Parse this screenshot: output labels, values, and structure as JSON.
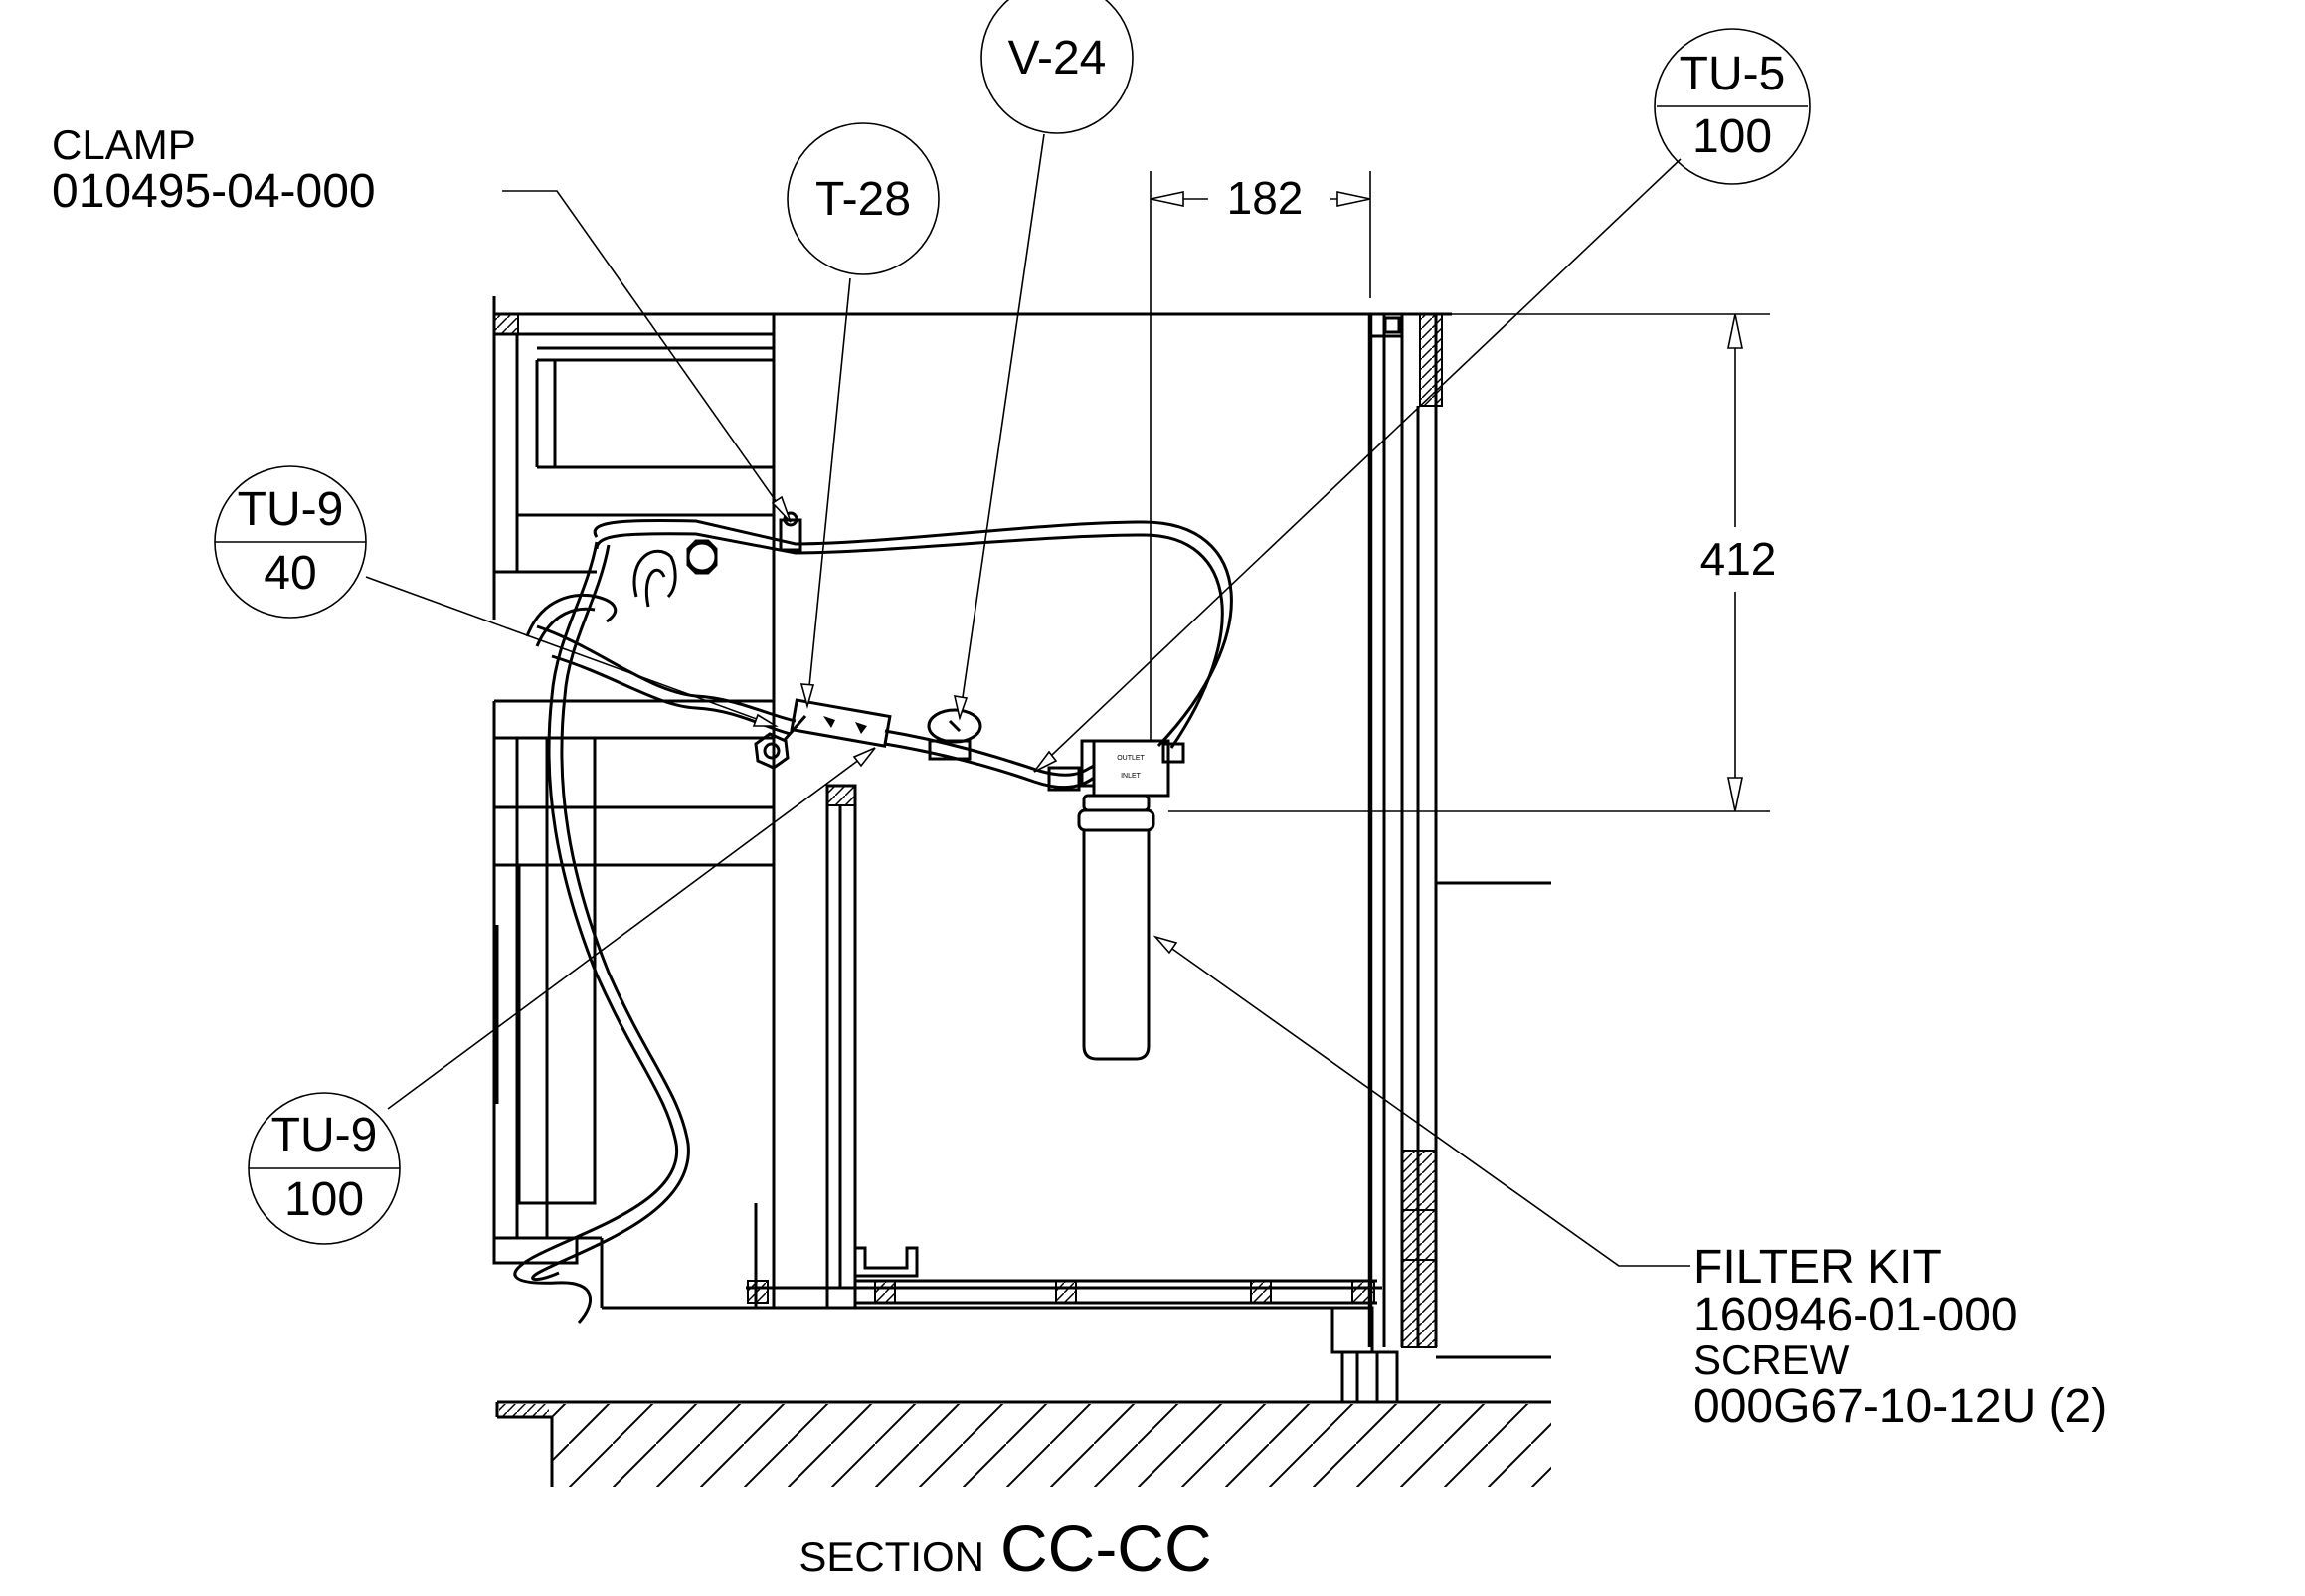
{
  "title": {
    "prefix": "SECTION",
    "name": "CC-CC"
  },
  "callouts": {
    "clamp": {
      "name": "CLAMP",
      "part": "010495-04-000"
    },
    "filter": {
      "name": "FILTER KIT",
      "part": "160946-01-000"
    },
    "screw": {
      "name": "SCREW",
      "part": "000G67-10-12U (2)"
    }
  },
  "bubbles": {
    "v24": {
      "top": "V-24"
    },
    "t28": {
      "top": "T-28"
    },
    "tu5": {
      "top": "TU-5",
      "bottom": "100"
    },
    "tu9_40": {
      "top": "TU-9",
      "bottom": "40"
    },
    "tu9_100": {
      "top": "TU-9",
      "bottom": "100"
    }
  },
  "dimensions": {
    "width": "182",
    "height": "412"
  },
  "filter_labels": {
    "outlet": "OUTLET",
    "inlet": "INLET"
  }
}
